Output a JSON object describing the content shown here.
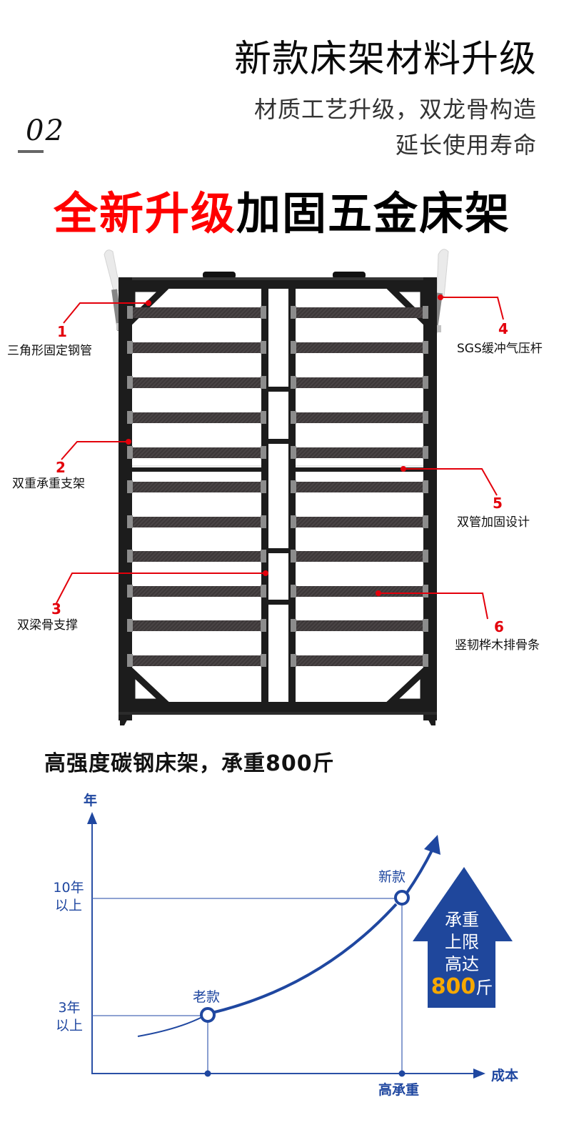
{
  "header": {
    "title": "新款床架材料升级",
    "subtitle_line1": "材质工艺升级，双龙骨构造",
    "subtitle_line2": "延长使用寿命",
    "section_number": "02"
  },
  "headline": {
    "highlight": "全新升级",
    "rest": "加固五金床架",
    "highlight_color": "#ff0000"
  },
  "diagram": {
    "callouts": [
      {
        "num": "1",
        "label": "三角形固定钢管"
      },
      {
        "num": "2",
        "label": "双重承重支架"
      },
      {
        "num": "3",
        "label": "双梁骨支撑"
      },
      {
        "num": "4",
        "label": "SGS缓冲气压杆"
      },
      {
        "num": "5",
        "label": "双管加固设计"
      },
      {
        "num": "6",
        "label": "竖韧桦木排骨条"
      }
    ],
    "callout_color": "#e3000b"
  },
  "strength": {
    "title": "高强度碳钢床架，承重800斤"
  },
  "chart_data": {
    "type": "line",
    "title": "高强度碳钢床架，承重800斤",
    "xlabel": "成本",
    "ylabel": "年",
    "y_ticks": [
      {
        "line1": "10年",
        "line2": "以上"
      },
      {
        "line1": "3年",
        "line2": "以上"
      }
    ],
    "x_ticks": [
      "",
      "高承重"
    ],
    "points": [
      {
        "label": "老款",
        "x_label": "",
        "years": "3年以上"
      },
      {
        "label": "新款",
        "x_label": "高承重",
        "years": "10年以上"
      }
    ],
    "series": [
      {
        "name": "寿命曲线",
        "shape": "exponential rising curve"
      }
    ],
    "annotation": {
      "line1": "承重",
      "line2": "上限",
      "line3": "高达",
      "value": "800",
      "unit": "斤"
    },
    "colors": {
      "axis": "#1f47a0",
      "curve": "#1f47a0",
      "arrow_fill": "#1f479c",
      "value": "#f6a800"
    },
    "grid": false
  }
}
